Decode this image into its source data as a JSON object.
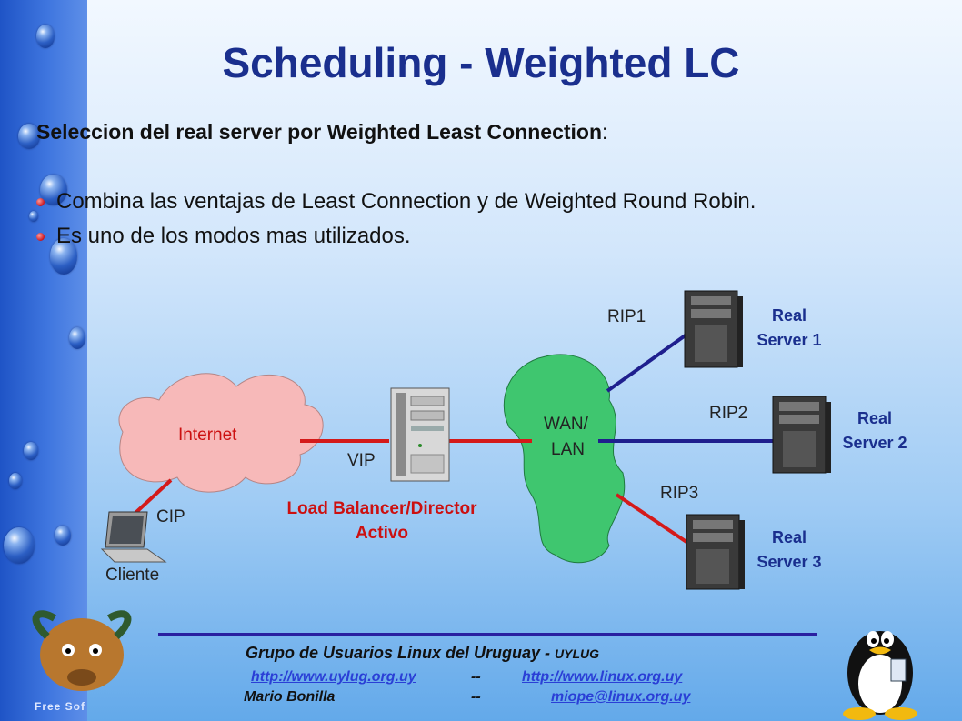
{
  "slide": {
    "title": "Scheduling - Weighted LC",
    "subtitle_strong": "Seleccion del real server por Weighted Least Connection",
    "subtitle_colon": ":",
    "bullets": [
      "Combina las ventajas de Least Connection y de Weighted Round Robin.",
      "Es uno de los modos mas utilizados."
    ]
  },
  "diagram": {
    "internet": "Internet",
    "wan_line1": "WAN/",
    "wan_line2": "LAN",
    "vip": "VIP",
    "cip": "CIP",
    "cliente": "Cliente",
    "lb_line1": "Load Balancer/Director",
    "lb_line2": "Activo",
    "rip1": "RIP1",
    "rip2": "RIP2",
    "rip3": "RIP3",
    "servers": [
      {
        "line1": "Real",
        "line2": "Server 1"
      },
      {
        "line1": "Real",
        "line2": "Server 2"
      },
      {
        "line1": "Real",
        "line2": "Server 3"
      }
    ],
    "colors": {
      "red_link": "#d41a1a",
      "blue_link": "#1f1f8e",
      "cloud": "#f7b9b9",
      "wan": "#3fc66f"
    }
  },
  "footer": {
    "group": "Grupo de Usuarios Linux del Uruguay - ",
    "group_short": "UYLUG",
    "url1": "http://www.uylug.org.uy",
    "sep": "--",
    "url2": "http://www.linux.org.uy",
    "author": "Mario Bonilla",
    "email": "miope@linux.org.uy",
    "corner_text": "Free Sof"
  }
}
